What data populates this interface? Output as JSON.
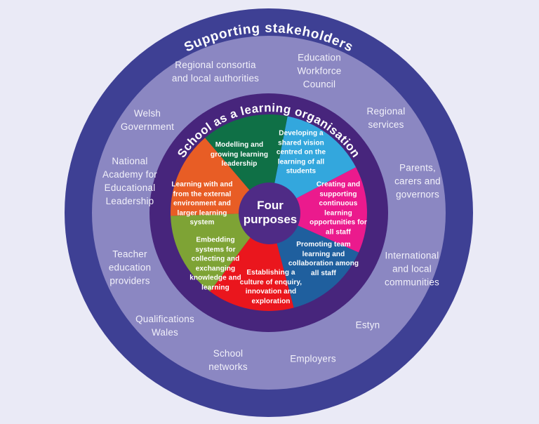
{
  "outer_ring": {
    "label": "Supporting stakeholders"
  },
  "inner_ring": {
    "label": "School as a learning organisation"
  },
  "center": {
    "label": "Four purposes"
  },
  "colors": {
    "background": "#eaeaf6",
    "outer_ring": "#3e4094",
    "stakeholder_ring": "#8b87c2",
    "inner_disc": "#47257c",
    "center_circle": "#4f2b86",
    "text": "#ffffff"
  },
  "stakeholders": [
    {
      "id": "regional-consortia",
      "label": "Regional consortia and local authorities"
    },
    {
      "id": "education-workforce-council",
      "label": "Education Workforce Council"
    },
    {
      "id": "welsh-government",
      "label": "Welsh Government"
    },
    {
      "id": "regional-services",
      "label": "Regional services"
    },
    {
      "id": "national-academy",
      "label": "National Academy for Educational Leadership"
    },
    {
      "id": "parents-carers-governors",
      "label": "Parents, carers and governors"
    },
    {
      "id": "teacher-education-providers",
      "label": "Teacher education providers"
    },
    {
      "id": "international-local-communities",
      "label": "International and local communities"
    },
    {
      "id": "qualifications-wales",
      "label": "Qualifications Wales"
    },
    {
      "id": "estyn",
      "label": "Estyn"
    },
    {
      "id": "school-networks",
      "label": "School networks"
    },
    {
      "id": "employers",
      "label": "Employers"
    }
  ],
  "wedges": [
    {
      "id": "shared-vision",
      "label": "Developing a shared vision centred on the learning of all students",
      "color": "#33a7dd"
    },
    {
      "id": "learning-opportunities",
      "label": "Creating and supporting continuous learning opportunities for all staff",
      "color": "#eb1a8d"
    },
    {
      "id": "team-learning",
      "label": "Promoting team learning and collaboration among all staff",
      "color": "#1f5f9e"
    },
    {
      "id": "enquiry-culture",
      "label": "Establishing a culture of enquiry, innovation and exploration",
      "color": "#ea161d"
    },
    {
      "id": "knowledge-systems",
      "label": "Embedding systems for collecting and exchanging knowledge and learning",
      "color": "#7ea335"
    },
    {
      "id": "external-learning",
      "label": "Learning with and from the external environment and larger learning system",
      "color": "#e85d25"
    },
    {
      "id": "learning-leadership",
      "label": "Modelling and growing learning leadership",
      "color": "#0f7046"
    }
  ]
}
